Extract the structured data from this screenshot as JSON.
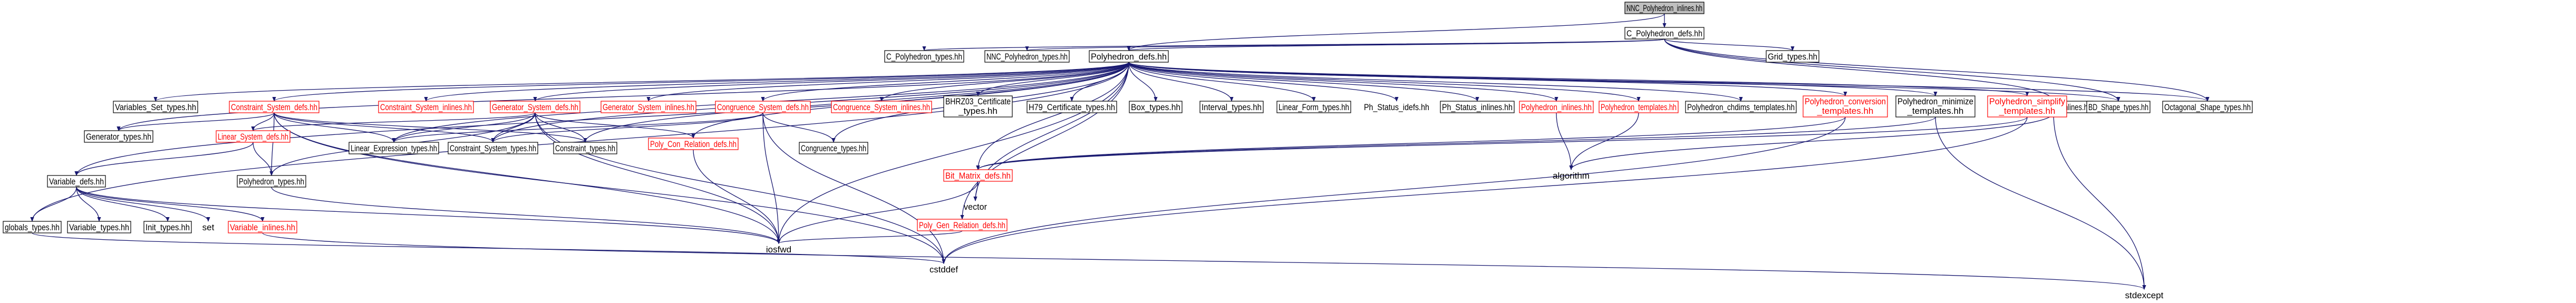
{
  "colors": {
    "edge": "#191970",
    "root_fill": "#bfbfbf",
    "missing_border": "#ff0000"
  },
  "nodes": {
    "root": "NNC_Polyhedron_inlines.hh",
    "c_poly_defs": "C_Polyhedron_defs.hh",
    "c_poly_types": "C_Polyhedron_types.hh",
    "nnc_poly_types": "NNC_Polyhedron_types.hh",
    "poly_defs": "Polyhedron_defs.hh",
    "grid_types": "Grid_types.hh",
    "c_poly_inlines": "C_Polyhedron_inlines.hh",
    "variables_set_types": "Variables_Set_types.hh",
    "constraint_system_defs": "Constraint_System_defs.hh",
    "constraint_system_inlines": "Constraint_System_inlines.hh",
    "generator_system_defs": "Generator_System_defs.hh",
    "generator_system_inlines": "Generator_System_inlines.hh",
    "congruence_system_defs": "Congruence_System_defs.hh",
    "congruence_system_inlines": "Congruence_System_inlines.hh",
    "bhrz03_cert": [
      "BHRZ03_Certificate",
      "_types.hh"
    ],
    "h79_cert": "H79_Certificate_types.hh",
    "box_types": "Box_types.hh",
    "interval_types": "Interval_types.hh",
    "linear_form_types": "Linear_Form_types.hh",
    "ph_status_idefs": "Ph_Status_idefs.hh",
    "ph_status_inlines": "Ph_Status_inlines.hh",
    "poly_inlines": "Polyhedron_inlines.hh",
    "poly_templates": "Polyhedron_templates.hh",
    "poly_chdims": "Polyhedron_chdims_templates.hh",
    "poly_conversion": [
      "Polyhedron_conversion",
      "_templates.hh"
    ],
    "poly_minimize": [
      "Polyhedron_minimize",
      "_templates.hh"
    ],
    "poly_simplify": [
      "Polyhedron_simplify",
      "_templates.hh"
    ],
    "bd_shape_types": "BD_Shape_types.hh",
    "octagonal_shape_types": "Octagonal_Shape_types.hh",
    "generator_types": "Generator_types.hh",
    "linear_system_defs": "Linear_System_defs.hh",
    "linear_expression_types": "Linear_Expression_types.hh",
    "constraint_system_types": "Constraint_System_types.hh",
    "constraint_types": "Constraint_types.hh",
    "poly_con_relation_defs": "Poly_Con_Relation_defs.hh",
    "congruence_types": "Congruence_types.hh",
    "bit_matrix_defs": "Bit_Matrix_defs.hh",
    "algorithm": "algorithm",
    "polyhedron_types": "Polyhedron_types.hh",
    "variable_defs": "Variable_defs.hh",
    "vector": "vector",
    "poly_gen_relation_defs": "Poly_Gen_Relation_defs.hh",
    "cstddef": "cstddef",
    "globals_types": "globals_types.hh",
    "variable_types": "Variable_types.hh",
    "init_types": "Init_types.hh",
    "set": "set",
    "variable_inlines": "Variable_inlines.hh",
    "iosfwd": "iosfwd",
    "stdexcept": "stdexcept"
  }
}
